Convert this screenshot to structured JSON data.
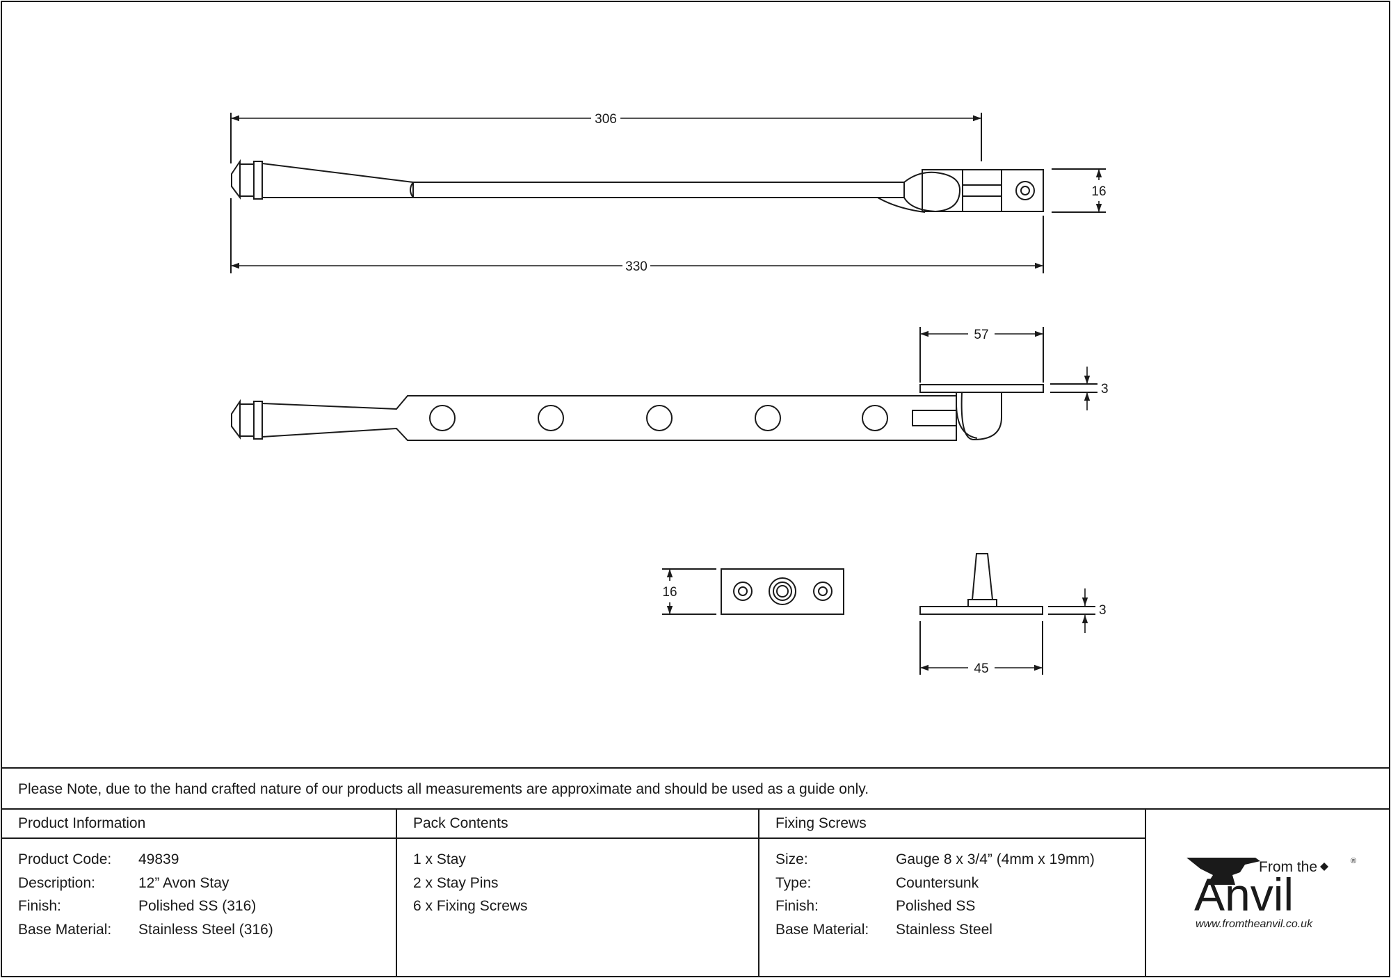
{
  "dimensions": {
    "overall_length_top": "306",
    "total_length": "330",
    "stay_height": "16",
    "keep_length": "57",
    "keep_thickness": "3",
    "keep_plate_height": "16",
    "pin_thickness": "3",
    "pin_length": "45"
  },
  "note": "Please Note, due to the hand crafted nature of our products all measurements are approximate and should be used as a guide only.",
  "product_info": {
    "title": "Product Information",
    "rows": [
      {
        "label": "Product Code:",
        "value": "49839"
      },
      {
        "label": "Description:",
        "value": "12” Avon Stay"
      },
      {
        "label": "Finish:",
        "value": "Polished SS (316)"
      },
      {
        "label": "Base Material:",
        "value": "Stainless Steel (316)"
      }
    ]
  },
  "pack_contents": {
    "title": "Pack Contents",
    "items": [
      "1 x Stay",
      "2 x Stay Pins",
      "6 x Fixing Screws"
    ]
  },
  "fixing_screws": {
    "title": "Fixing Screws",
    "rows": [
      {
        "label": "Size:",
        "value": "Gauge 8 x 3/4” (4mm x 19mm)"
      },
      {
        "label": "Type:",
        "value": "Countersunk"
      },
      {
        "label": "Finish:",
        "value": "Polished SS"
      },
      {
        "label": "Base Material:",
        "value": "Stainless Steel"
      }
    ]
  },
  "logo": {
    "from_the": "From the",
    "brand": "Anvil",
    "registered": "®",
    "url": "www.fromtheanvil.co.uk",
    "icon": "anvil-icon"
  }
}
